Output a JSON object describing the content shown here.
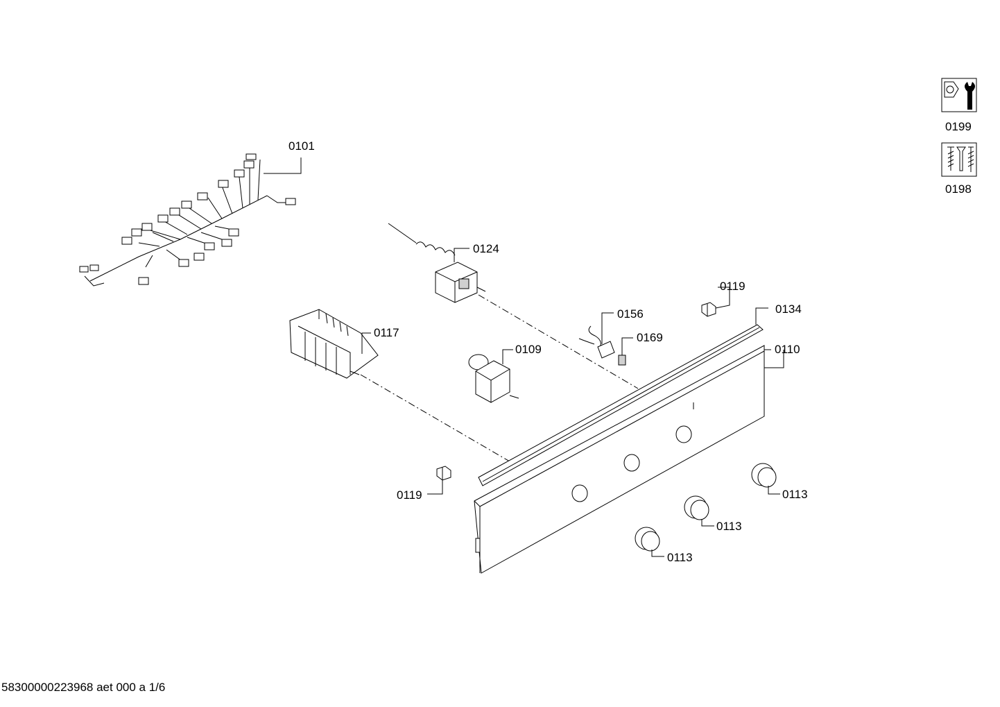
{
  "parts": {
    "p0101": "0101",
    "p0124": "0124",
    "p0119_top": "0119",
    "p0134": "0134",
    "p0156": "0156",
    "p0169": "0169",
    "p0117": "0117",
    "p0109": "0109",
    "p0110": "0110",
    "p0119_bottom": "0119",
    "p0113_a": "0113",
    "p0113_b": "0113",
    "p0113_c": "0113"
  },
  "service_icons": {
    "tools": {
      "label": "0199",
      "icon": "wrench-screwdriver-icon"
    },
    "screws": {
      "label": "0198",
      "icon": "screws-icon"
    }
  },
  "footer": {
    "document_id": "58300000223968 aet 000 a 1/6"
  }
}
